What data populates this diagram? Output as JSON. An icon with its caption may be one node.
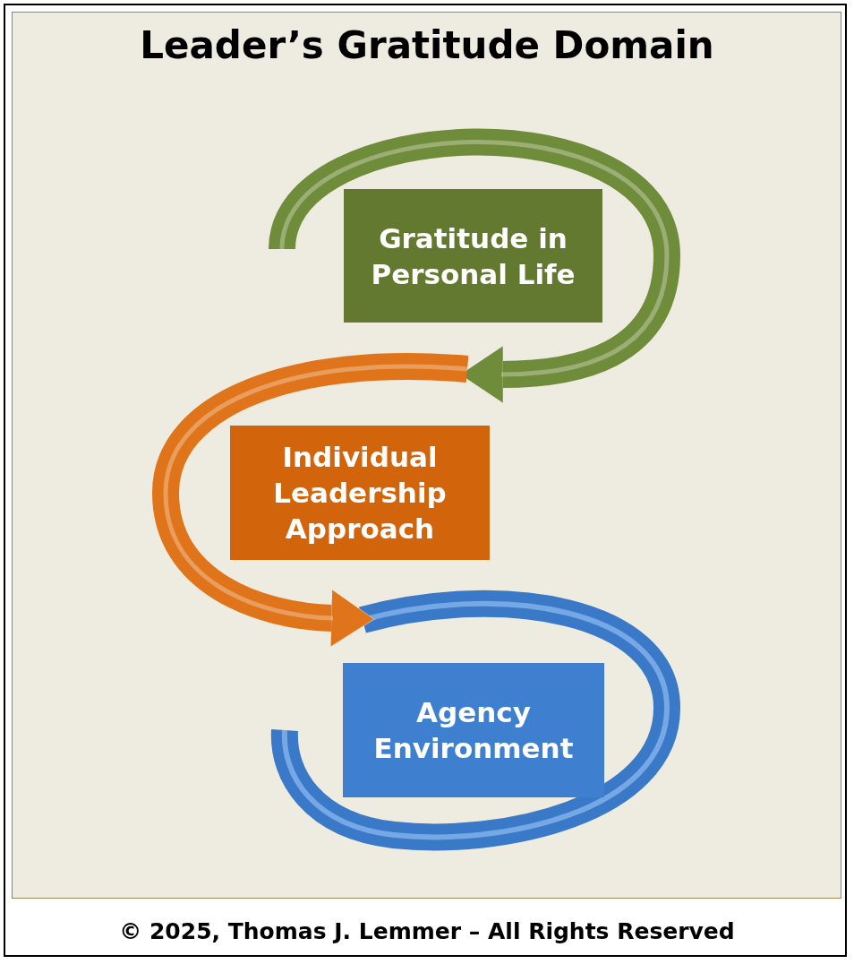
{
  "diagram": {
    "title": "Leader’s Gratitude Domain",
    "nodes": [
      {
        "text": [
          "Gratitude in Personal Life"
        ]
      },
      {
        "text": [
          "Individual Leadership Approach"
        ]
      },
      {
        "text": [
          "Agency Environment"
        ]
      }
    ],
    "labels": [
      "© 2025, Thomas J. Lemmer – All Rights Reserved"
    ]
  }
}
